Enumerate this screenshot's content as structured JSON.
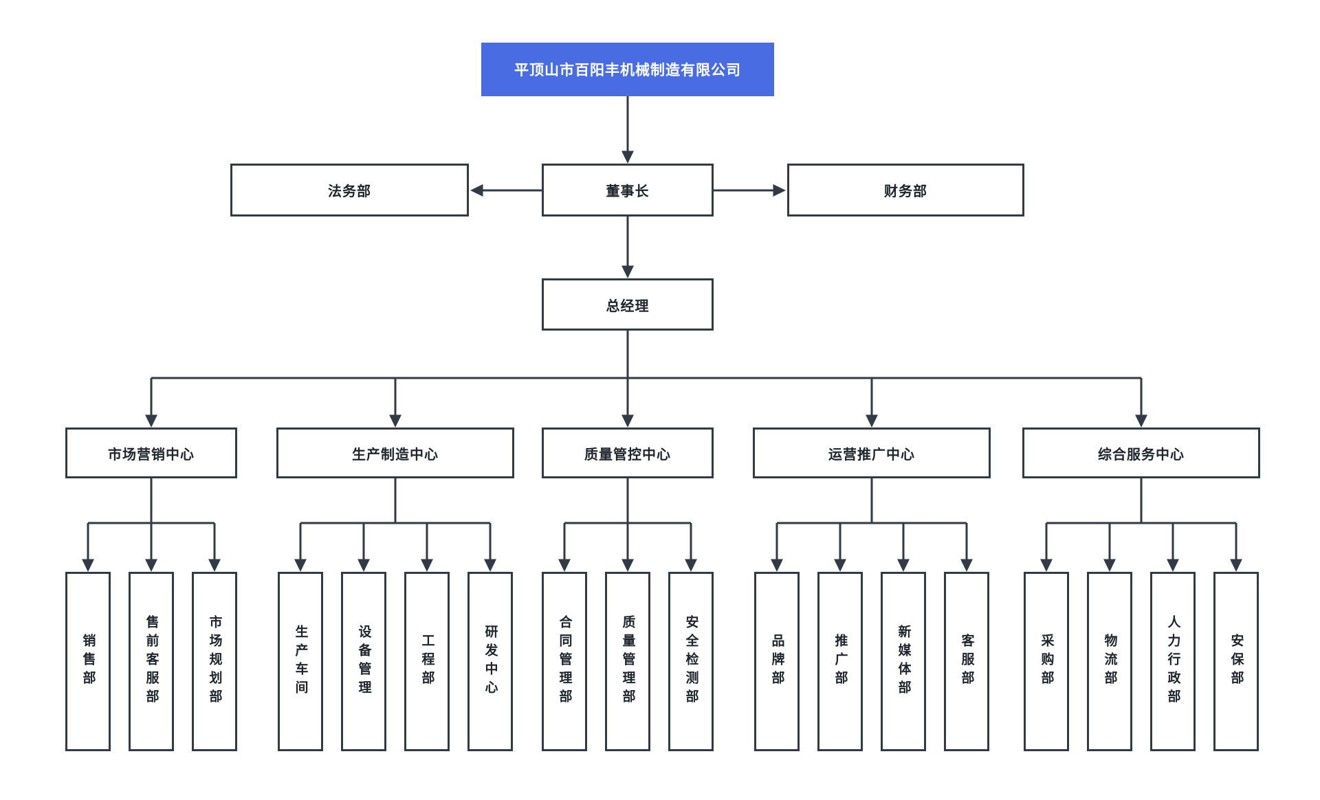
{
  "org_chart": {
    "root": {
      "label": "平顶山市百阳丰机械制造有限公司"
    },
    "level2": {
      "legal": {
        "label": "法务部"
      },
      "chairman": {
        "label": "董事长"
      },
      "finance": {
        "label": "财务部"
      }
    },
    "level3": {
      "general_manager": {
        "label": "总经理"
      }
    },
    "centers": [
      {
        "label": "市场营销中心",
        "departments": [
          {
            "label": "销售部"
          },
          {
            "label": "售前客服部"
          },
          {
            "label": "市场规划部"
          }
        ]
      },
      {
        "label": "生产制造中心",
        "departments": [
          {
            "label": "生产车间"
          },
          {
            "label": "设备管理"
          },
          {
            "label": "工程部"
          },
          {
            "label": "研发中心"
          }
        ]
      },
      {
        "label": "质量管控中心",
        "departments": [
          {
            "label": "合同管理部"
          },
          {
            "label": "质量管理部"
          },
          {
            "label": "安全检测部"
          }
        ]
      },
      {
        "label": "运营推广中心",
        "departments": [
          {
            "label": "品牌部"
          },
          {
            "label": "推广部"
          },
          {
            "label": "新媒体部"
          },
          {
            "label": "客服部"
          }
        ]
      },
      {
        "label": "综合服务中心",
        "departments": [
          {
            "label": "采购部"
          },
          {
            "label": "物流部"
          },
          {
            "label": "人力行政部"
          },
          {
            "label": "安保部"
          }
        ]
      }
    ],
    "colors": {
      "root_background": "#4a6ce3",
      "root_text": "#ffffff",
      "box_border": "#323a45",
      "connector_line": "#323a45",
      "box_text": "#1f242c",
      "page_background": "#ffffff"
    }
  }
}
